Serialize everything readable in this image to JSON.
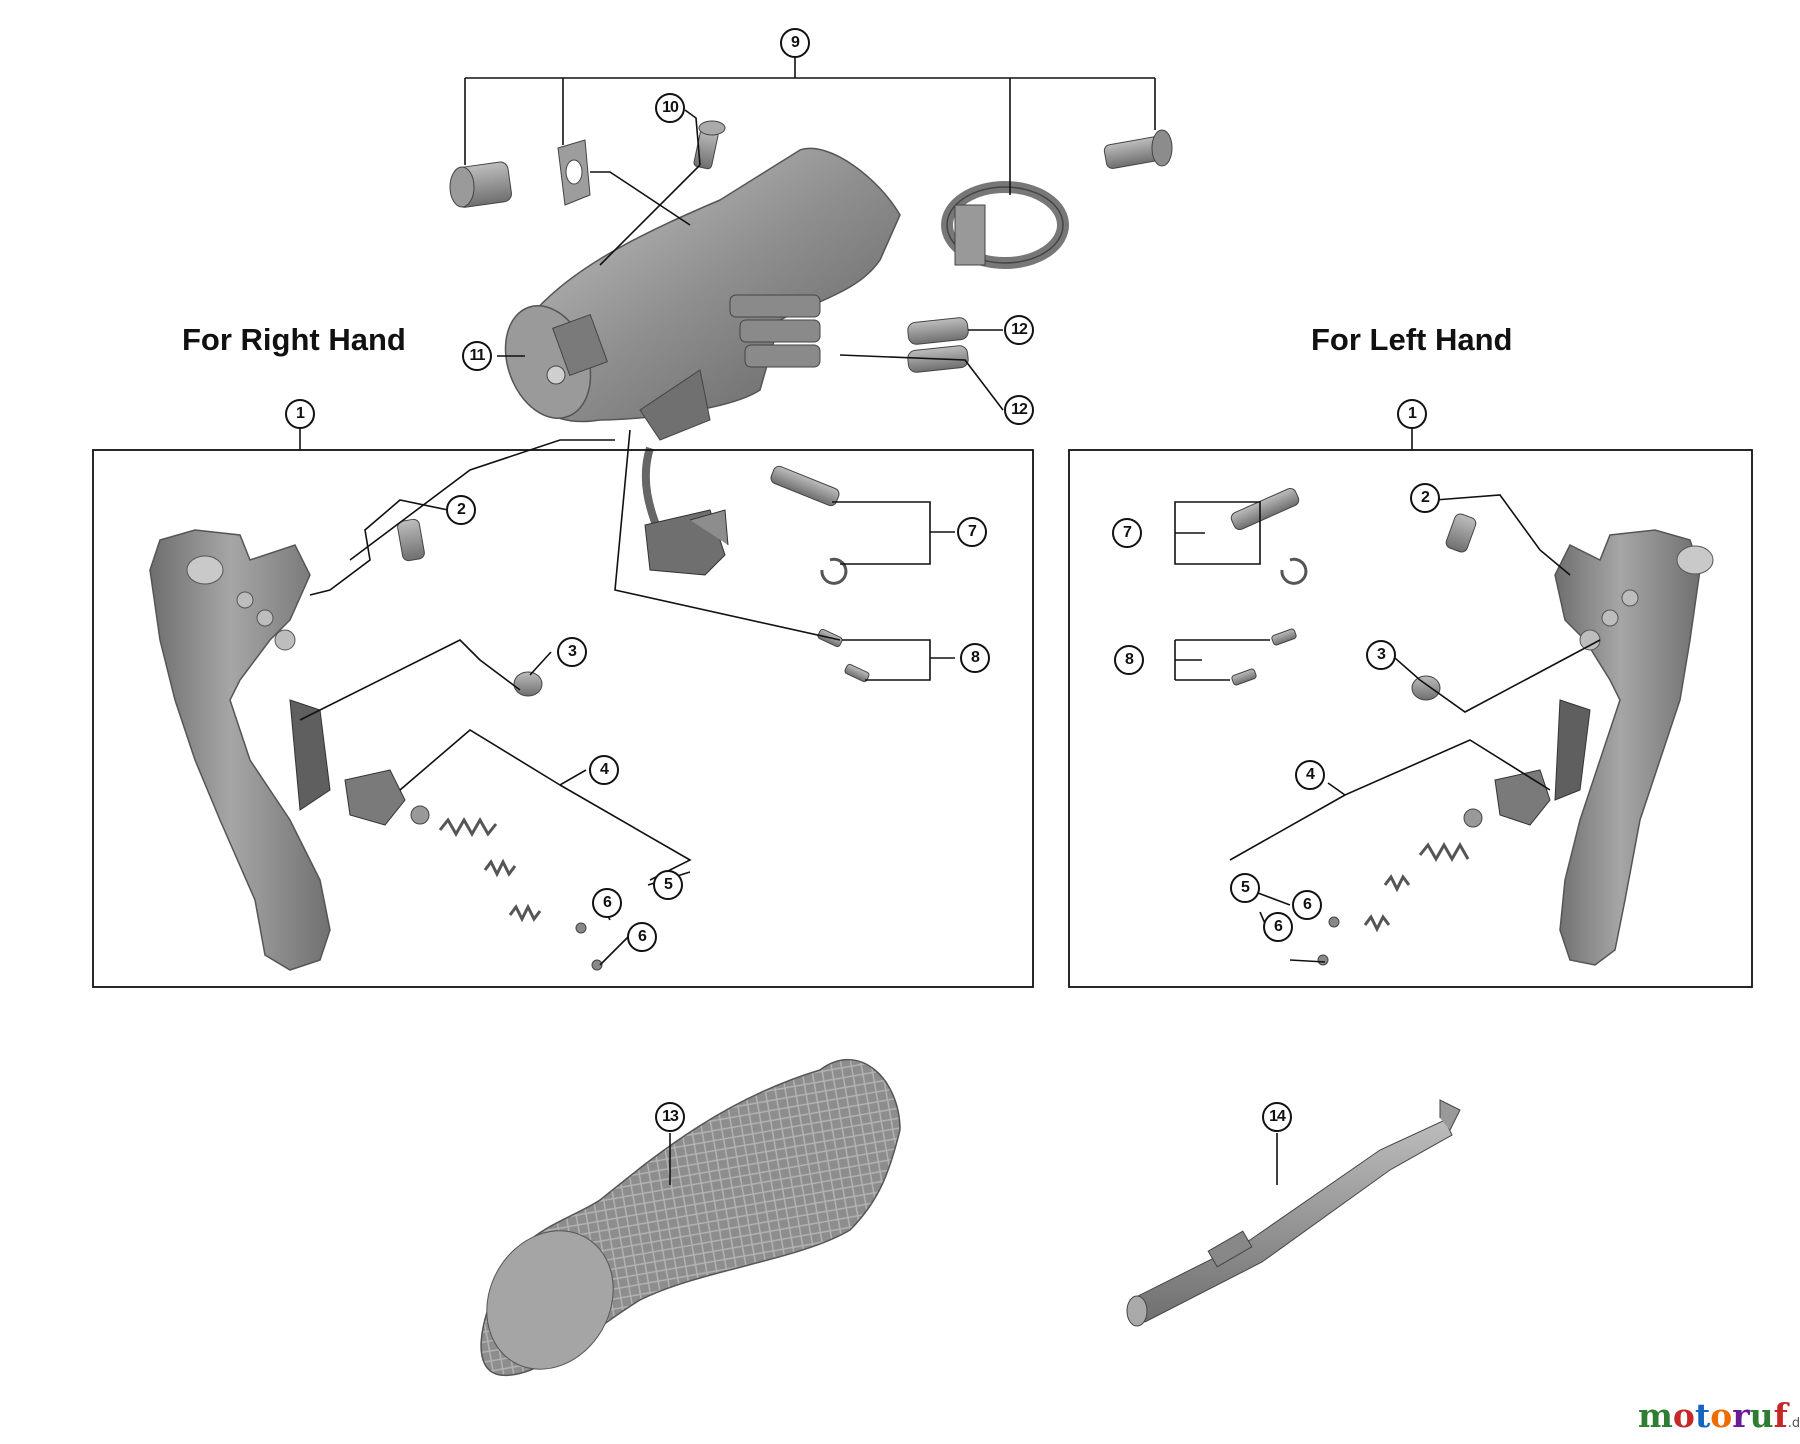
{
  "sections": {
    "right_title": "For Right Hand",
    "left_title": "For Left Hand"
  },
  "callouts": {
    "n1": "1",
    "n2": "2",
    "n3": "3",
    "n4": "4",
    "n5": "5",
    "n6": "6",
    "n7": "7",
    "n8": "8",
    "n9": "9",
    "n10": "10",
    "n11": "11",
    "n12": "12",
    "n13": "13",
    "n14": "14"
  },
  "watermark": {
    "brand": "motoruf",
    "tld": ".de"
  },
  "colors": {
    "part_fill": "#8e8e8e",
    "part_shade": "#6b6b6b",
    "part_light": "#b9b9b9",
    "line": "#111111"
  }
}
